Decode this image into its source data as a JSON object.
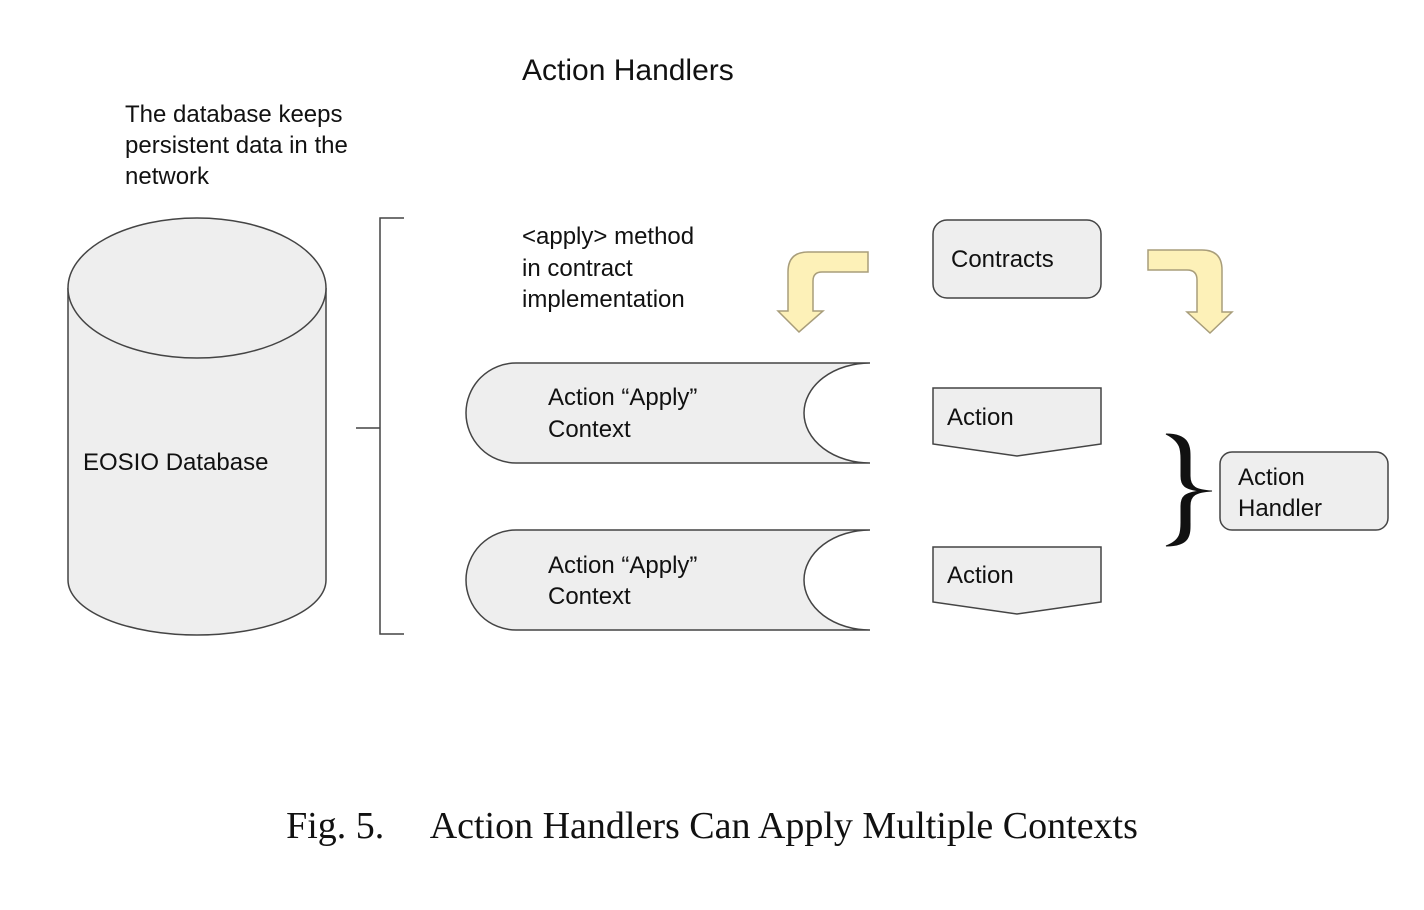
{
  "diagram": {
    "title": "Action Handlers",
    "db_note": [
      "The database keeps",
      "persistent data in the",
      "network"
    ],
    "database_label": "EOSIO Database",
    "apply_note": [
      "<apply> method",
      "in contract",
      "implementation"
    ],
    "contracts_label": "Contracts",
    "context_top": [
      "Action “Apply”",
      "Context"
    ],
    "context_bottom": [
      "Action “Apply”",
      "Context"
    ],
    "action_top": "Action",
    "action_bottom": "Action",
    "handler_label": [
      "Action",
      "Handler"
    ],
    "colors": {
      "shape_fill": "#eeeeee",
      "stroke": "#444444",
      "arrow_fill": "#fdf1b8",
      "arrow_stroke": "#a89d7a",
      "text": "#111111"
    }
  },
  "caption": "Fig. 5.  Action Handlers Can Apply Multiple Contexts"
}
